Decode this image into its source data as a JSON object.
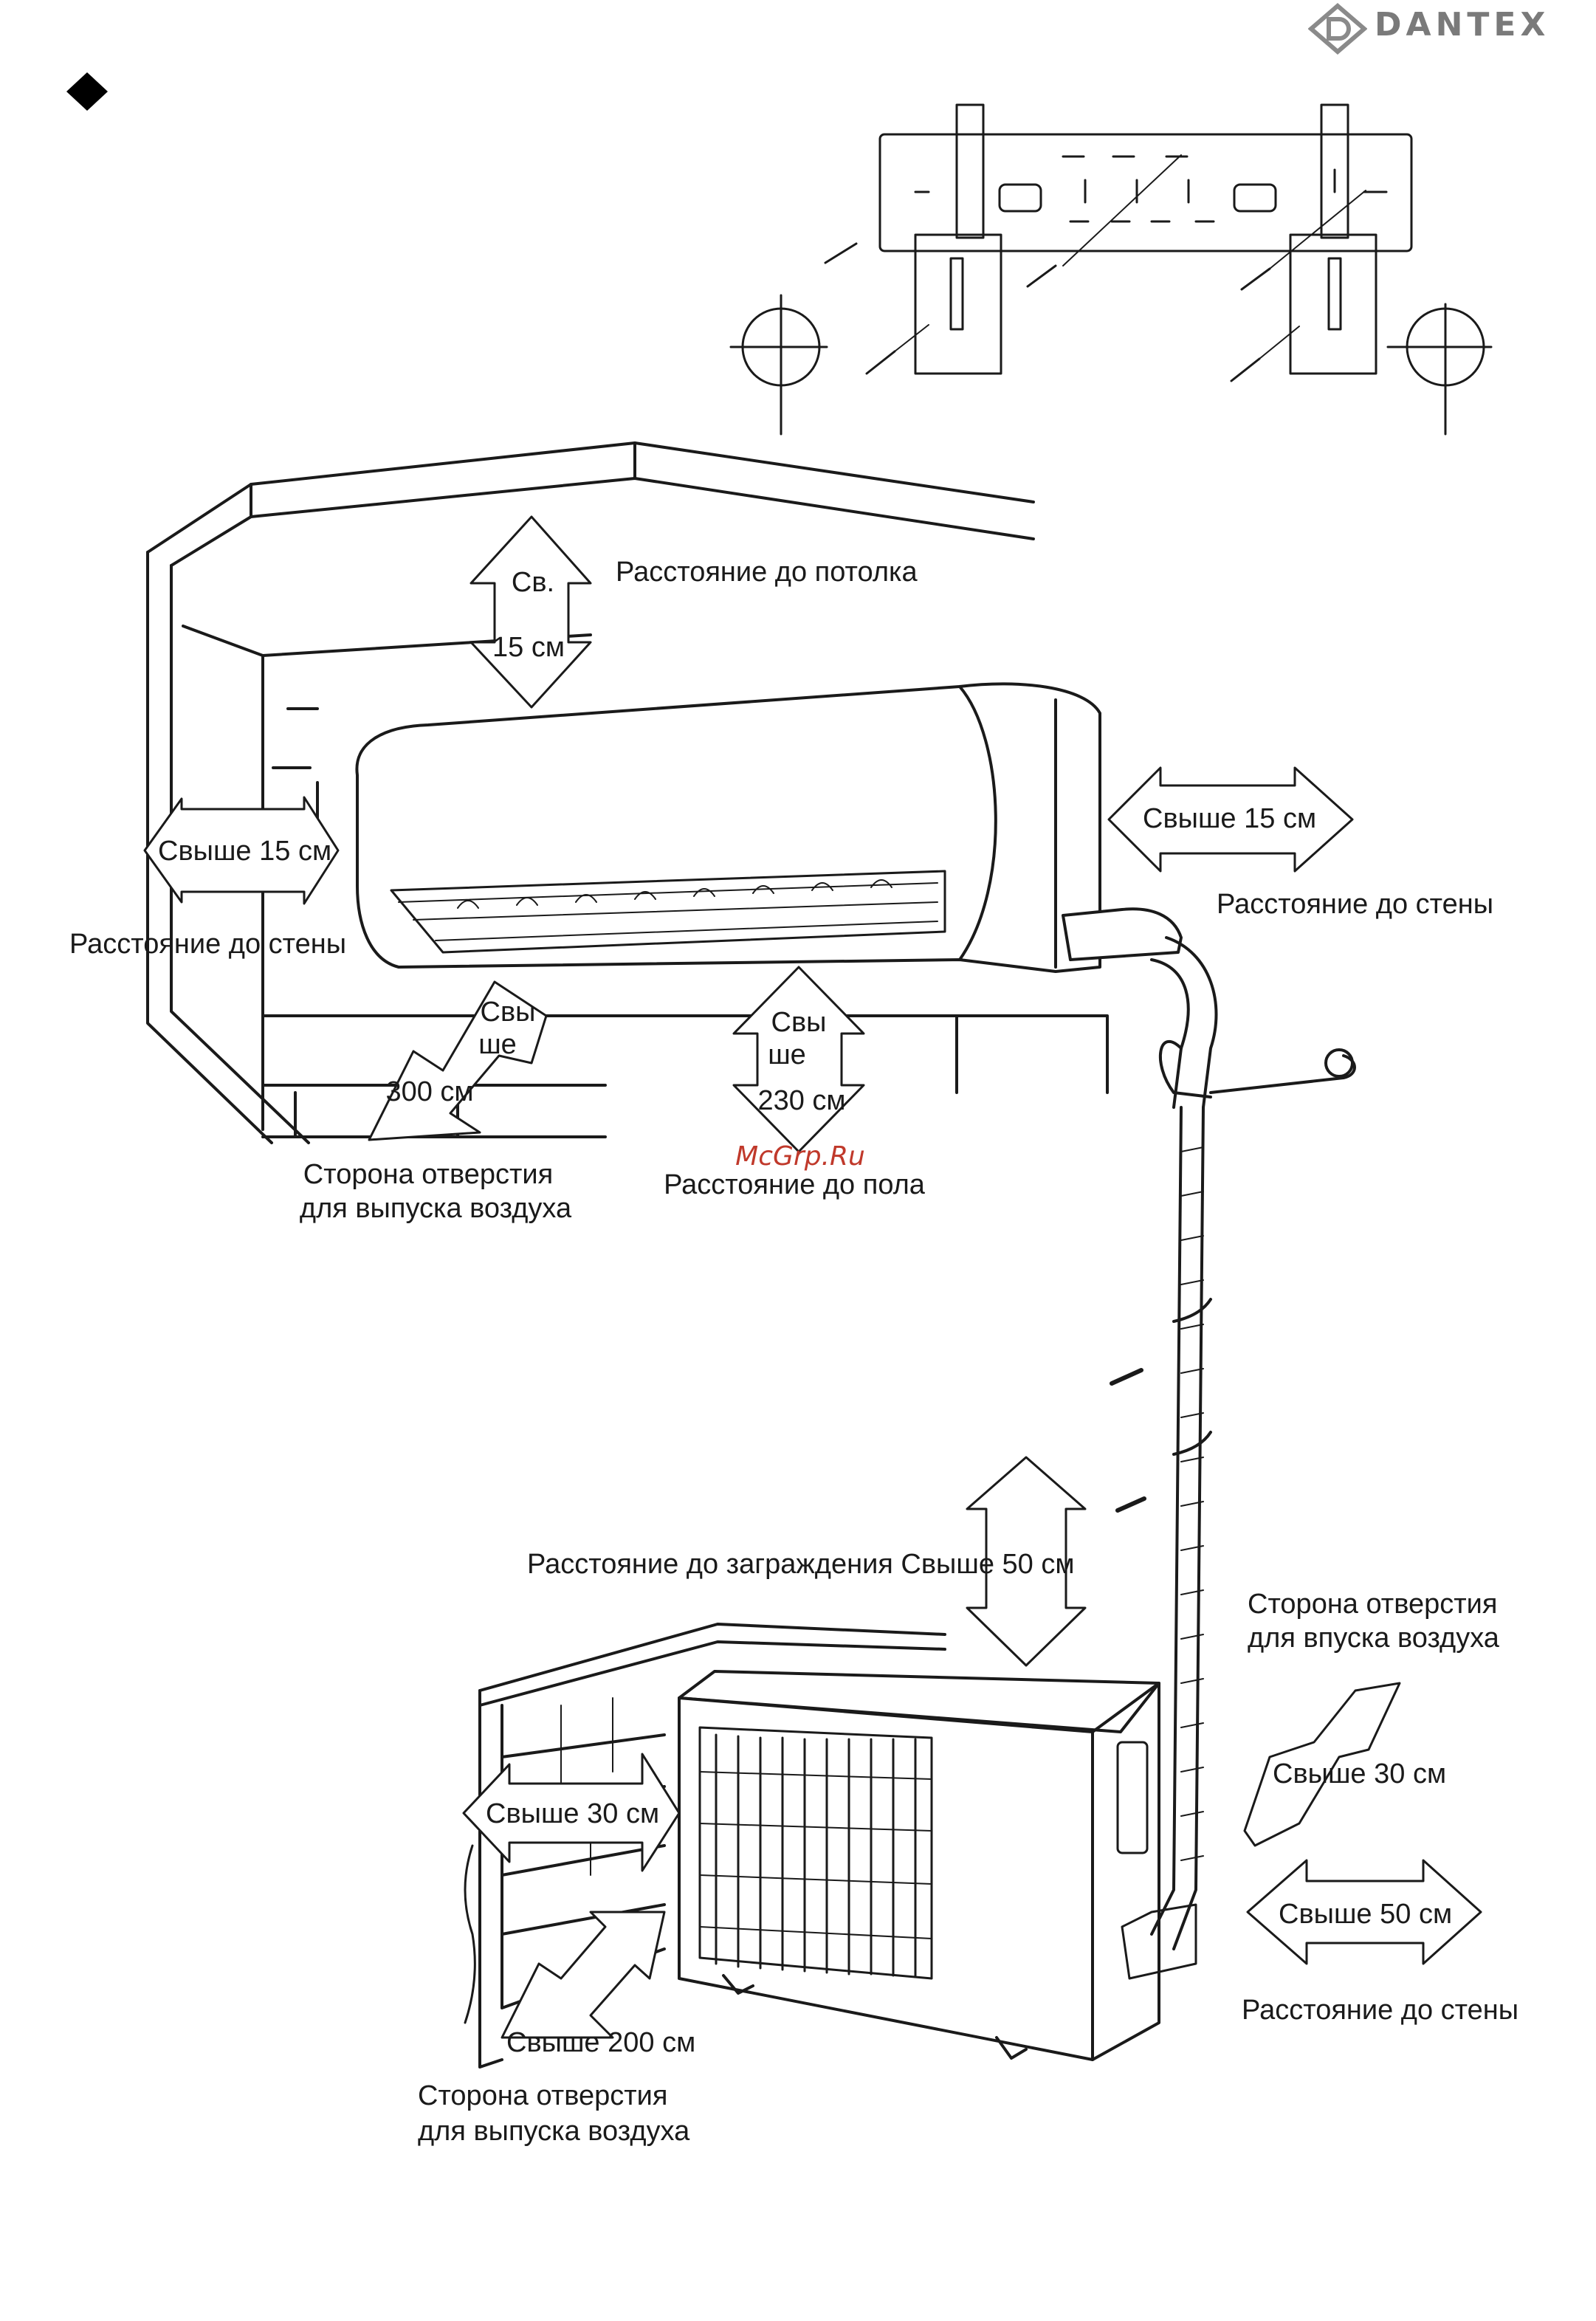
{
  "brand": {
    "name": "DANTEX",
    "color": "#7a7a7a"
  },
  "indoor": {
    "ceiling_label": "Расстояние до потолка",
    "ceiling_top": "Св.",
    "ceiling_bottom": "15 см",
    "left_arrow": "Свыше 15 см",
    "left_wall_label": "Расстояние до стены",
    "right_arrow": "Свыше 15 см",
    "right_wall_label": "Расстояние до стены",
    "side_top1": "Свы",
    "side_top2": "ше",
    "side_bottom": "300 см",
    "side_label_1": "Сторона отверстия",
    "side_label_2": "для выпуска воздуха",
    "floor_top1": "Свы",
    "floor_top2": "ше",
    "floor_bottom": "230 см",
    "floor_label": "Расстояние до пола"
  },
  "watermark": "McGrp.Ru",
  "outdoor": {
    "barrier_label": "Расстояние до заграждения Свыше 50 см",
    "inlet_label_1": "Сторона отверстия",
    "inlet_label_2": "для    впуска воздуха",
    "inlet_arrow": "Свыше 30 см",
    "right_arrow": "Свыше 50 см",
    "right_wall_label": "Расстояние до стены",
    "left_arrow": "Свыше 30 см",
    "front_arrow": "Свыше 200 см",
    "outlet_label_1": "Сторона отверстия",
    "outlet_label_2": "для выпуска воздуха"
  }
}
